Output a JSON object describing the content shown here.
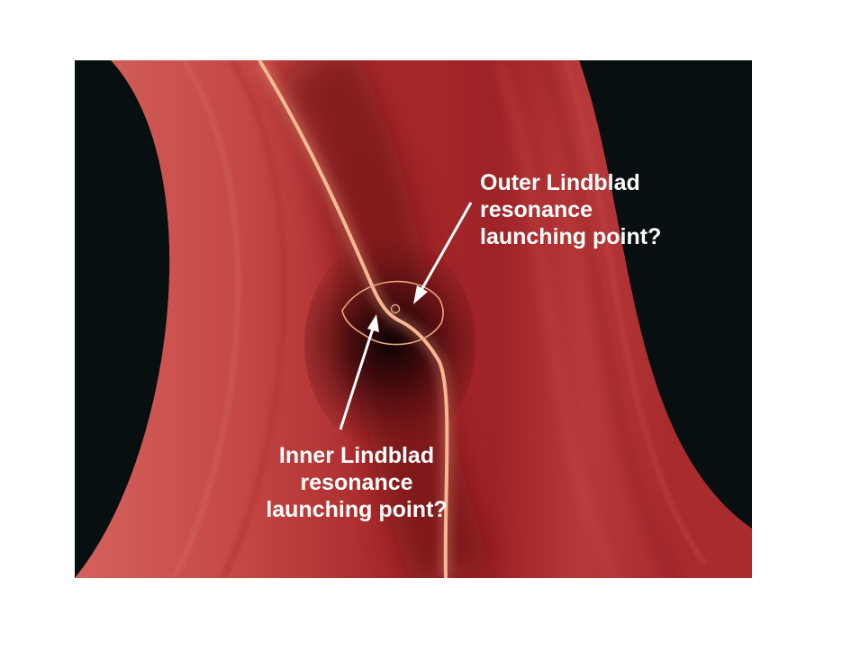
{
  "annotations": {
    "outer": {
      "line1": "Outer Lindblad",
      "line2": "resonance",
      "line3": "launching point?"
    },
    "inner": {
      "line1": "Inner Lindblad",
      "line2": "resonance",
      "line3": "launching point?"
    }
  },
  "colors": {
    "background": "#ffffff",
    "space": "#070f10",
    "disk_red": "#b43132",
    "disk_light": "#c95754",
    "gap_dark": "#5e0d10",
    "spiral_wake": "#f6b892",
    "roche_contour": "#e8a67d",
    "arrow": "#ffffff"
  }
}
